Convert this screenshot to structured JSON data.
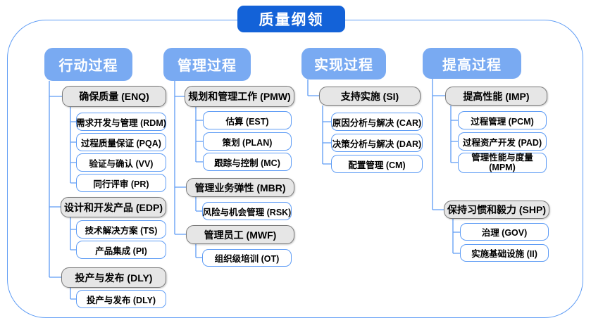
{
  "title": "质量纲领",
  "columns": [
    {
      "header": "行动过程",
      "groups": [
        {
          "label": "确保质量 (ENQ)",
          "children": [
            "需求开发与管理 (RDM)",
            "过程质量保证 (PQA)",
            "验证与确认 (VV)",
            "同行评审 (PR)"
          ]
        },
        {
          "label": "设计和开发产品 (EDP)",
          "children": [
            "技术解决方案 (TS)",
            "产品集成 (PI)"
          ]
        },
        {
          "label": "投产与发布 (DLY)",
          "children": [
            "投产与发布 (DLY)"
          ]
        }
      ]
    },
    {
      "header": "管理过程",
      "groups": [
        {
          "label": "规划和管理工作 (PMW)",
          "children": [
            "估算 (EST)",
            "策划 (PLAN)",
            "跟踪与控制 (MC)"
          ]
        },
        {
          "label": "管理业务弹性 (MBR)",
          "children": [
            "风险与机会管理 (RSK)"
          ]
        },
        {
          "label": "管理员工 (MWF)",
          "children": [
            "组织级培训 (OT)"
          ]
        }
      ]
    },
    {
      "header": "实现过程",
      "groups": [
        {
          "label": "支持实施 (SI)",
          "children": [
            "原因分析与解决 (CAR)",
            "决策分析与解决 (DAR)",
            "配置管理 (CM)"
          ]
        }
      ]
    },
    {
      "header": "提高过程",
      "groups": [
        {
          "label": "提高性能 (IMP)",
          "children": [
            "过程管理 (PCM)",
            "过程资产开发 (PAD)",
            "管理性能与度量 (MPM)"
          ]
        },
        {
          "label": "保持习惯和毅力 (SHP)",
          "children": [
            "治理 (GOV)",
            "实施基础设施 (II)"
          ]
        }
      ]
    }
  ],
  "colors": {
    "title_bg": "#1362d8",
    "header_bg": "#79aaf2",
    "gray_fill": "#e6e6e6",
    "gray_border": "#7a7a7a",
    "white_border": "#5e9cf5",
    "connector": "#5e9cf5",
    "frame_border": "#5e9cf5"
  }
}
